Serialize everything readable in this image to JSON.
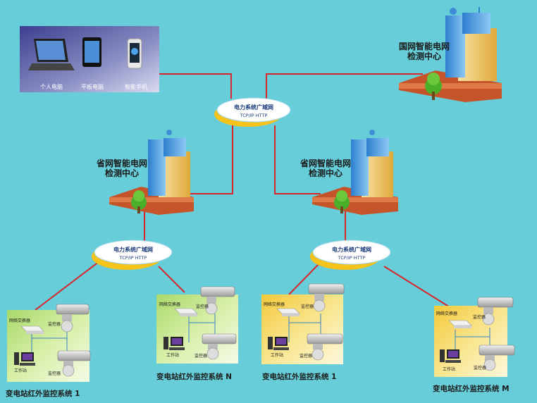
{
  "devices": {
    "laptop_label": "个人电脑",
    "tablet_label": "平板电脑",
    "phone_label": "智能手机"
  },
  "centers": {
    "national": {
      "line1": "国网智能电网",
      "line2": "检测中心"
    },
    "province_left": {
      "line1": "省网智能电网",
      "line2": "检测中心"
    },
    "province_right": {
      "line1": "省网智能电网",
      "line2": "检测中心"
    }
  },
  "networks": {
    "top": {
      "line1": "电力系统广域网",
      "line2": "TCP/IP HTTP"
    },
    "left": {
      "line1": "电力系统广域网",
      "line2": "TCP/IP HTTP"
    },
    "right": {
      "line1": "电力系统广域网",
      "line2": "TCP/IP HTTP"
    }
  },
  "systems": [
    {
      "title": "变电站红外监控系统 1",
      "switch": "网络交换器",
      "ctrl_top": "监控器",
      "ctrl_bottom": "监控器",
      "workstation": "工作站"
    },
    {
      "title": "变电站红外监控系统 N",
      "switch": "网络交换器",
      "ctrl_top": "监控器",
      "ctrl_bottom": "监控器",
      "workstation": "工作站"
    },
    {
      "title": "变电站红外监控系统 1",
      "switch": "网络交换器",
      "ctrl_top": "监控器",
      "ctrl_bottom": "监控器",
      "workstation": "工作站"
    },
    {
      "title": "变电站红外监控系统 M",
      "switch": "网络交换器",
      "ctrl_top": "监控器",
      "ctrl_bottom": "监控器",
      "workstation": "工作站"
    }
  ],
  "colors": {
    "background": "#67cdd8",
    "link_line": "#d8242a",
    "panel_green": "#c8e98b",
    "panel_yellow": "#f6e070",
    "devices_panel": "#2d2f74"
  }
}
